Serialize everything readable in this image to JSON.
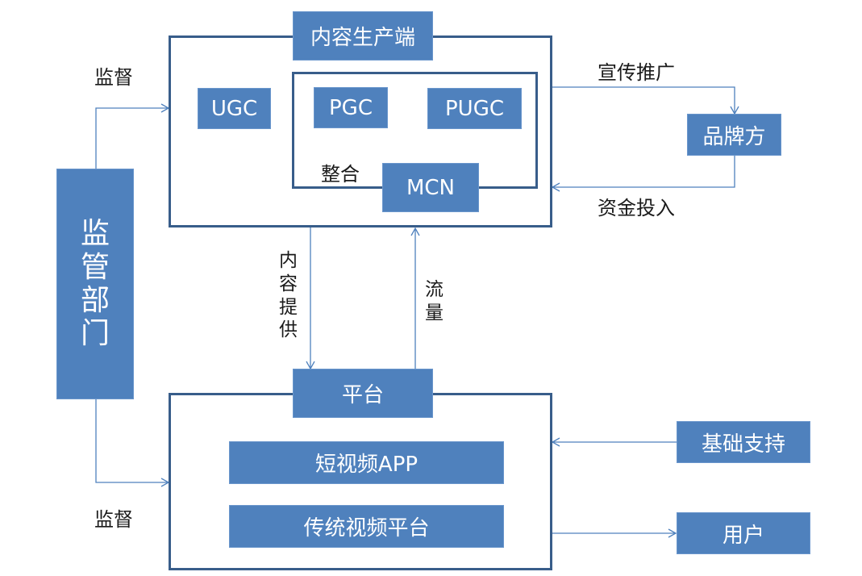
{
  "diagram": {
    "content_production": {
      "title": "内容生产端",
      "ugc": "UGC",
      "pgc": "PGC",
      "pugc": "PUGC",
      "integration_label": "整合",
      "mcn": "MCN"
    },
    "platform": {
      "title": "平台",
      "short_video_app": "短视频APP",
      "traditional_video_platform": "传统视频平台"
    },
    "regulator": {
      "title": "监管部门",
      "chars": [
        "监",
        "管",
        "部",
        "门"
      ],
      "supervise_top": "监督",
      "supervise_bottom": "监督"
    },
    "brand": {
      "title": "品牌方",
      "promotion_label": "宣传推广",
      "investment_label": "资金投入"
    },
    "flows": {
      "content_provide": [
        "内",
        "容",
        "提",
        "供"
      ],
      "traffic": [
        "流",
        "量"
      ]
    },
    "infrastructure": "基础支持",
    "users": "用户",
    "colors": {
      "box_fill": "#4f81bd",
      "frame_border": "#385d8a",
      "arrow": "#4f81bd"
    }
  }
}
